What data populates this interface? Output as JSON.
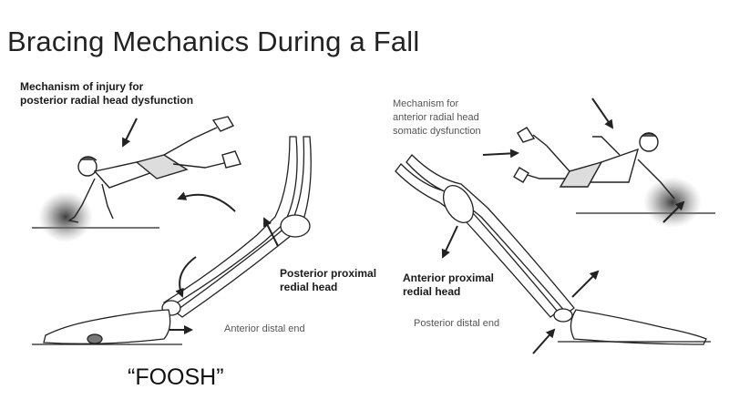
{
  "title": "Bracing Mechanics During a Fall",
  "left_panel": {
    "mechanism_line1": "Mechanism of injury for",
    "mechanism_line2": "posterior radial head dysfunction",
    "proximal_line1": "Posterior proximal",
    "proximal_line2": "redial head",
    "distal": "Anterior distal end",
    "caption": "“FOOSH”"
  },
  "right_panel": {
    "mechanism_line1": "Mechanism for",
    "mechanism_line2": "anterior radial head",
    "mechanism_line3": "somatic dysfunction",
    "proximal_line1": "Anterior proximal",
    "proximal_line2": "redial head",
    "distal": "Posterior distal end"
  }
}
